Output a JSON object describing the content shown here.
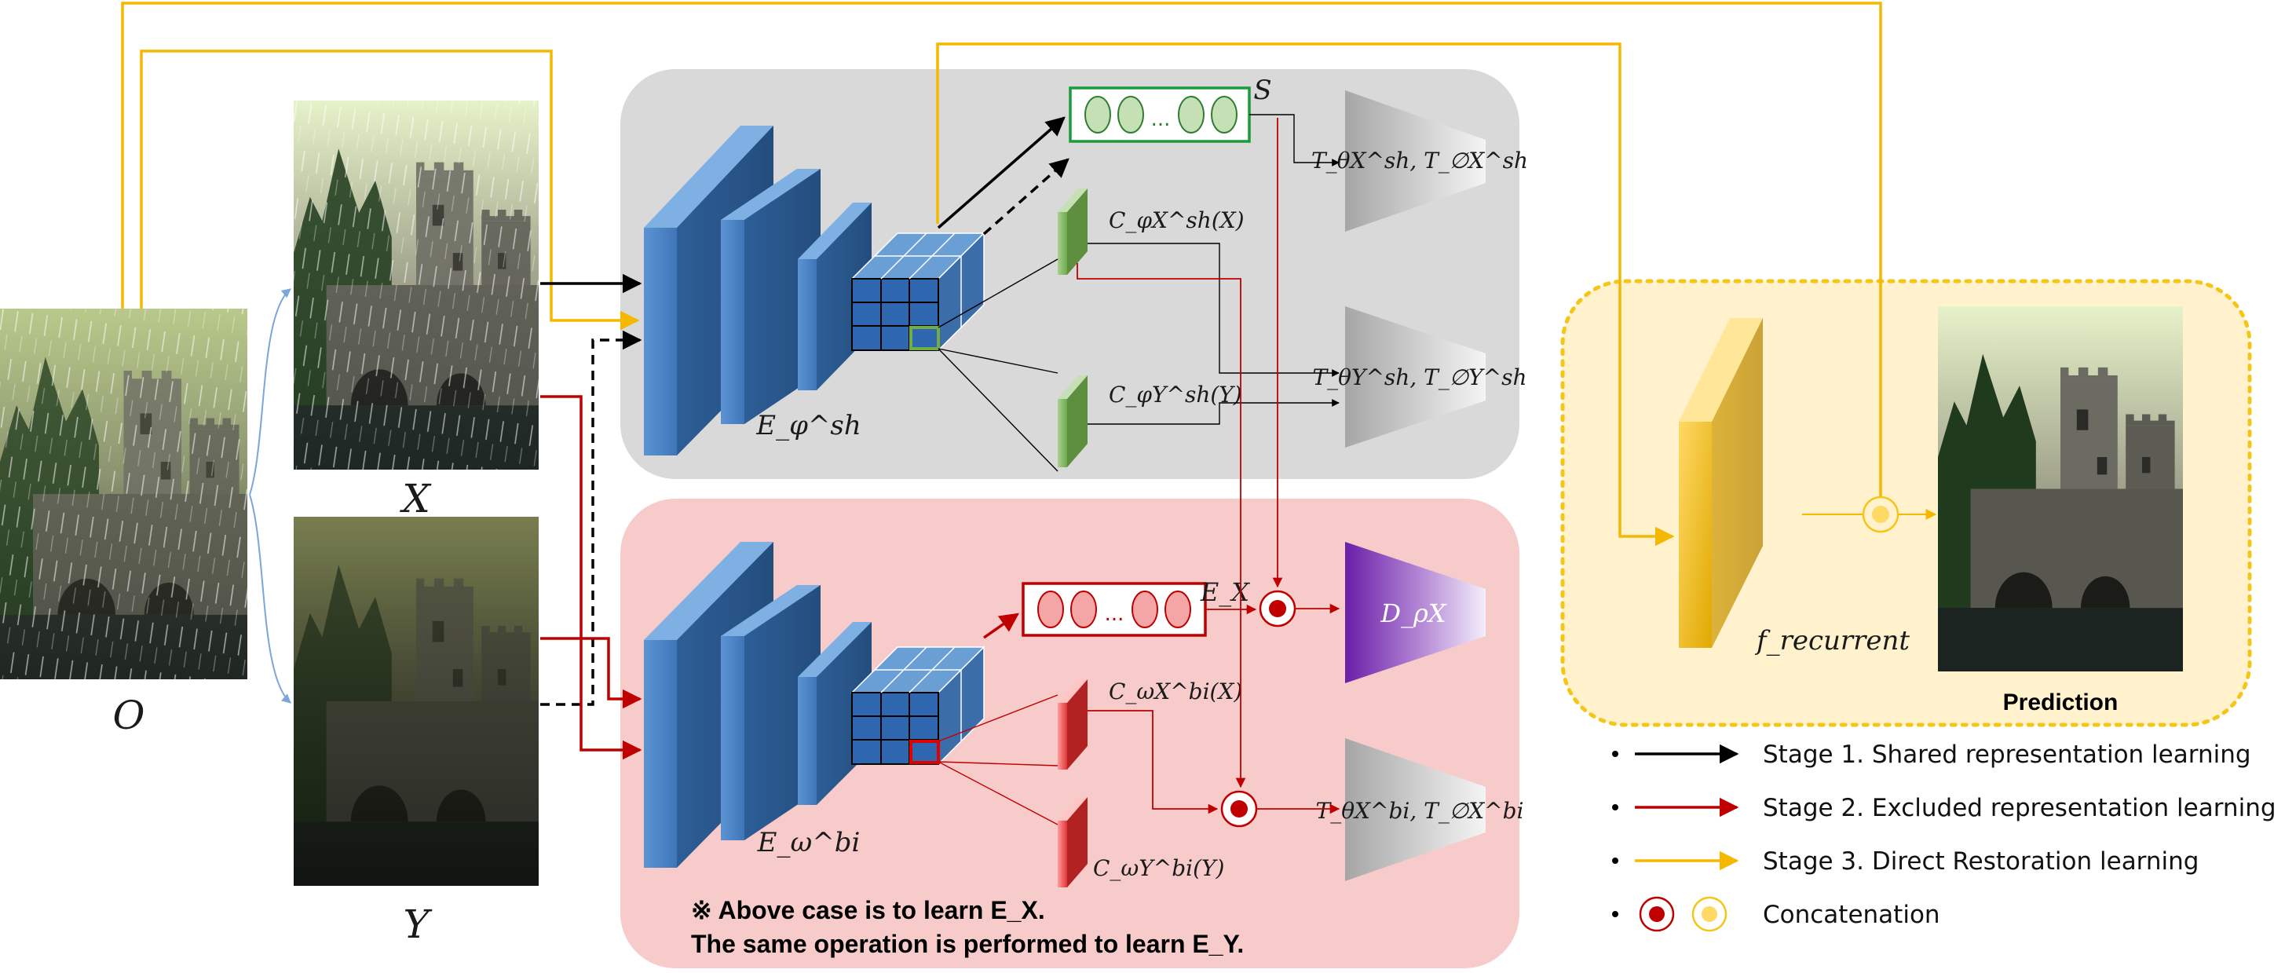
{
  "images": {
    "input_o": "O",
    "input_x": "X",
    "input_y": "Y"
  },
  "shared_branch": {
    "encoder": "E_φ^sh",
    "code": "S",
    "ellipsis": "...",
    "class_x": "C_φX^sh(X)",
    "class_y": "C_φY^sh(Y)",
    "trans_x": "T_θX^sh, T_∅X^sh",
    "trans_y": "T_θY^sh, T_∅Y^sh"
  },
  "biased_branch": {
    "encoder": "E_ω^bi",
    "code": "E_X",
    "ellipsis": "...",
    "class_x": "C_ωX^bi(X)",
    "class_y": "C_ωY^bi(Y)",
    "decoder": "D_ρX",
    "trans": "T_θX^bi, T_∅X^bi",
    "note_line1": "※ Above case is to learn E_X.",
    "note_line2": "The same operation is performed to learn E_Y."
  },
  "restoration": {
    "module": "f_recurrent",
    "output_caption": "Prediction"
  },
  "legend": [
    {
      "label": "Stage 1. Shared representation learning",
      "color": "#000000"
    },
    {
      "label": "Stage 2. Excluded representation learning",
      "color": "#c00000"
    },
    {
      "label": "Stage 3. Direct Restoration learning",
      "color": "#f5b800"
    },
    {
      "label": "Concatenation",
      "color": ""
    }
  ],
  "colors": {
    "stage1": "#000000",
    "stage2": "#c00000",
    "stage3": "#f5b800",
    "shared_panel": "#d9d9d9",
    "biased_panel": "#f8cbcb",
    "restore_panel": "#fff2cc",
    "encoder_blue": "#4a7fc0"
  }
}
